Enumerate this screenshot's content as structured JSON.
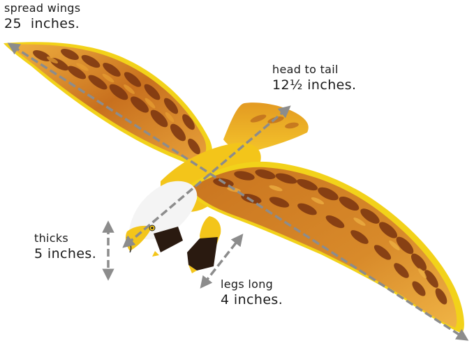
{
  "labels": {
    "wingspan": {
      "title": "spread wings",
      "value": "25  inches."
    },
    "length": {
      "title": "head to tail",
      "value": "12½ inches."
    },
    "thickness": {
      "title": "thicks",
      "value": "5 inches."
    },
    "legs": {
      "title": "legs long",
      "value": "4 inches."
    }
  },
  "colors": {
    "feather_dark": "#7a3410",
    "feather_mid": "#b05a1c",
    "feather_light": "#e9a032",
    "wing_edge": "#f2d21a",
    "head": "#f4f4f4",
    "beak": "#f3c51a",
    "talon": "#2a1a10",
    "arrow": "#8a8a8a"
  }
}
